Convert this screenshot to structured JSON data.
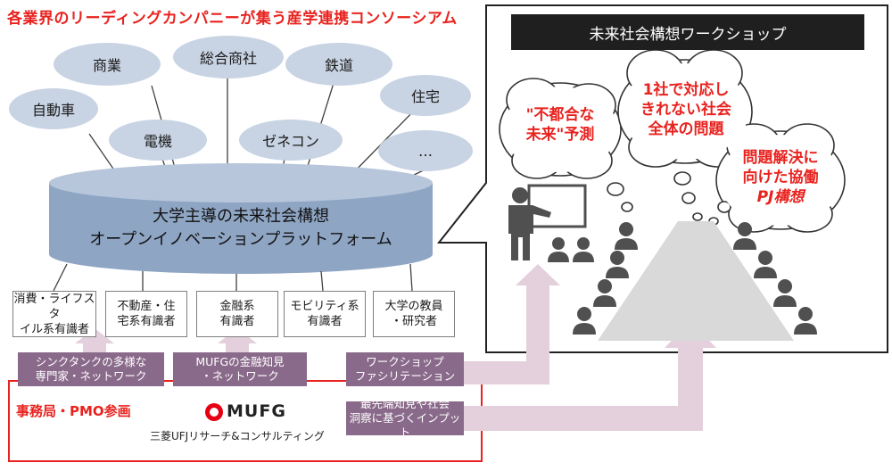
{
  "headline": "各業界のリーディングカンパニーが集う産学連携コンソーシアム",
  "industries": [
    "自動車",
    "商業",
    "電機",
    "総合商社",
    "ゼネコン",
    "鉄道",
    "住宅",
    "…"
  ],
  "platform": {
    "line1": "大学主導の未来社会構想",
    "line2": "オープンイノベーションプラットフォーム"
  },
  "experts": [
    {
      "line1": "消費・ライフスタ",
      "line2": "イル系有識者"
    },
    {
      "line1": "不動産・住",
      "line2": "宅系有識者"
    },
    {
      "line1": "金融系",
      "line2": "有識者"
    },
    {
      "line1": "モビリティ系",
      "line2": "有識者"
    },
    {
      "line1": "大学の教員",
      "line2": "・研究者"
    }
  ],
  "pmo": {
    "label": "事務局・PMO参画",
    "boxes": [
      {
        "line1": "シンクタンクの多様な",
        "line2": "専門家・ネットワーク"
      },
      {
        "line1": "MUFGの金融知見",
        "line2": "・ネットワーク"
      },
      {
        "line1": "ワークショップ",
        "line2": "ファシリテーション"
      },
      {
        "line1": "最先端知見や社会",
        "line2": "洞察に基づくインプット"
      }
    ],
    "logo_word": "MUFG",
    "logo_sub": "三菱UFJリサーチ&コンサルティング"
  },
  "workshop": {
    "title": "未来社会構想ワークショップ",
    "bubbles": [
      {
        "line1": "\"不都合な",
        "line2": "未来\"予測",
        "line3": ""
      },
      {
        "line1": "1社で対応し",
        "line2": "きれない社会",
        "line3": "全体の問題"
      },
      {
        "line1": "問題解決に",
        "line2": "向けた協働",
        "line3": "PJ構想"
      }
    ]
  },
  "colors": {
    "accent_red": "#e8231f",
    "ellipse": "#c8d3e3",
    "cylinder": "#8ea5c4",
    "plum": "#8a6a8a",
    "arrow": "#e4cfdc",
    "figure": "#505050"
  },
  "icons": [
    "presenter-icon",
    "audience-person-icon",
    "mufg-logo-icon"
  ]
}
